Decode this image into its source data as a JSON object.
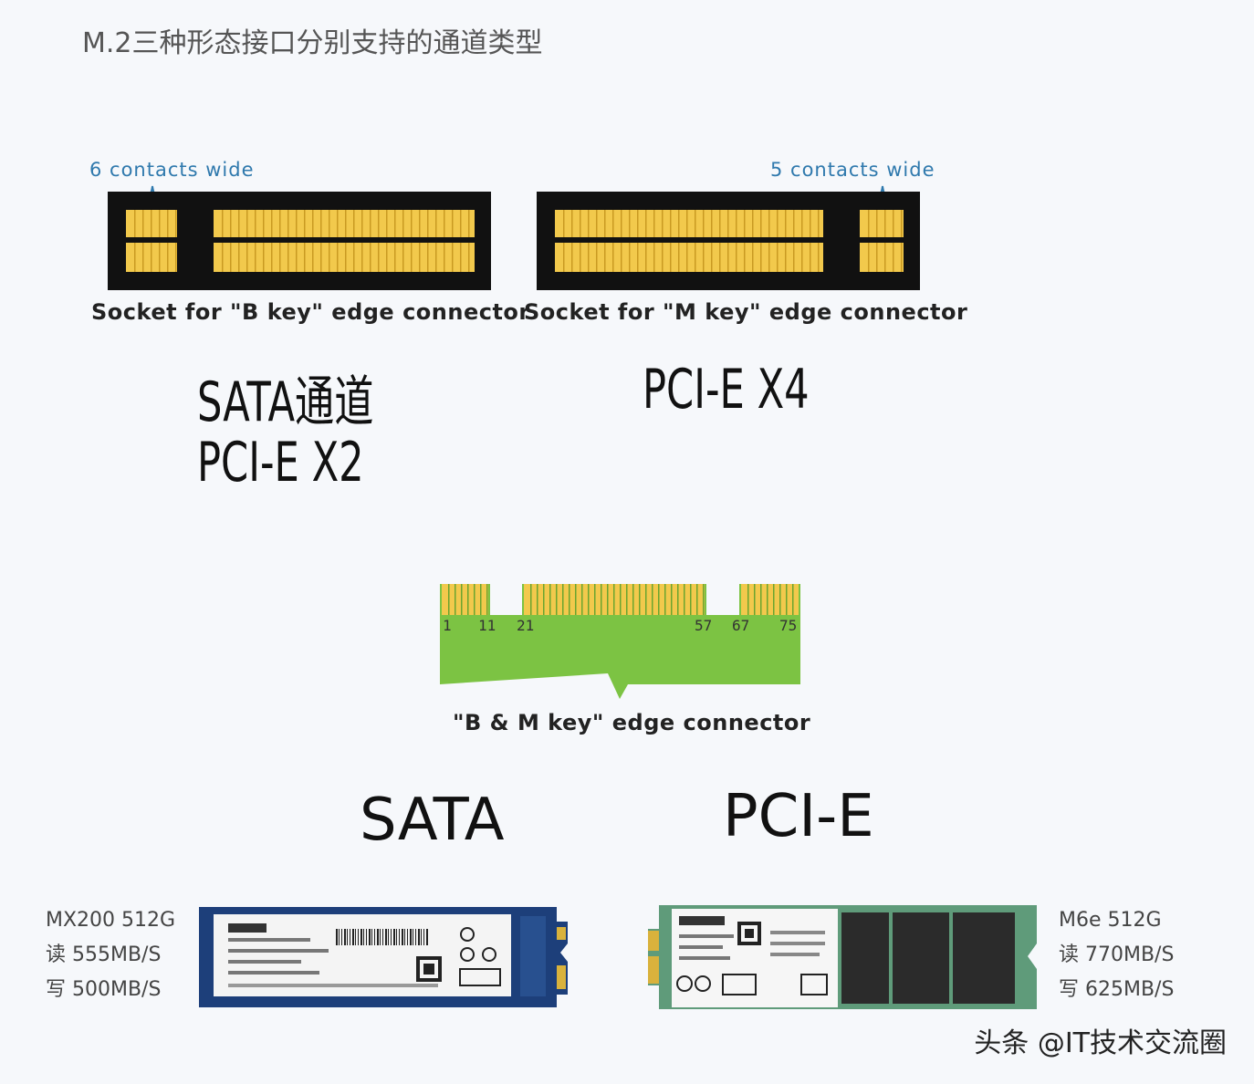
{
  "title": "M.2三种形态接口分别支持的通道类型",
  "b_socket": {
    "contacts": "6 contacts wide",
    "label": "Socket for \"B key\" edge connector",
    "channels": [
      "SATA通道",
      "PCI-E X2"
    ]
  },
  "m_socket": {
    "contacts": "5 contacts wide",
    "label": "Socket for \"M key\" edge connector",
    "channels": [
      "PCI-E X4"
    ]
  },
  "bm_connector": {
    "label": "\"B & M key\" edge connector",
    "pins": [
      "1",
      "11",
      "21",
      "57",
      "67",
      "75"
    ]
  },
  "sata": {
    "heading": "SATA",
    "model": "MX200 512G",
    "read": "读 555MB/S",
    "write": "写 500MB/S"
  },
  "pcie": {
    "heading": "PCI-E",
    "model": "M6e 512G",
    "read": "读 770MB/S",
    "write": "写 625MB/S"
  },
  "watermark": "头条 @IT技术交流圈",
  "colors": {
    "gold": "#f2c94c",
    "socket": "#111111",
    "pcb_green": "#7cc343",
    "blue_pcb": "#1d3f7a",
    "accent": "#2f79ad"
  }
}
